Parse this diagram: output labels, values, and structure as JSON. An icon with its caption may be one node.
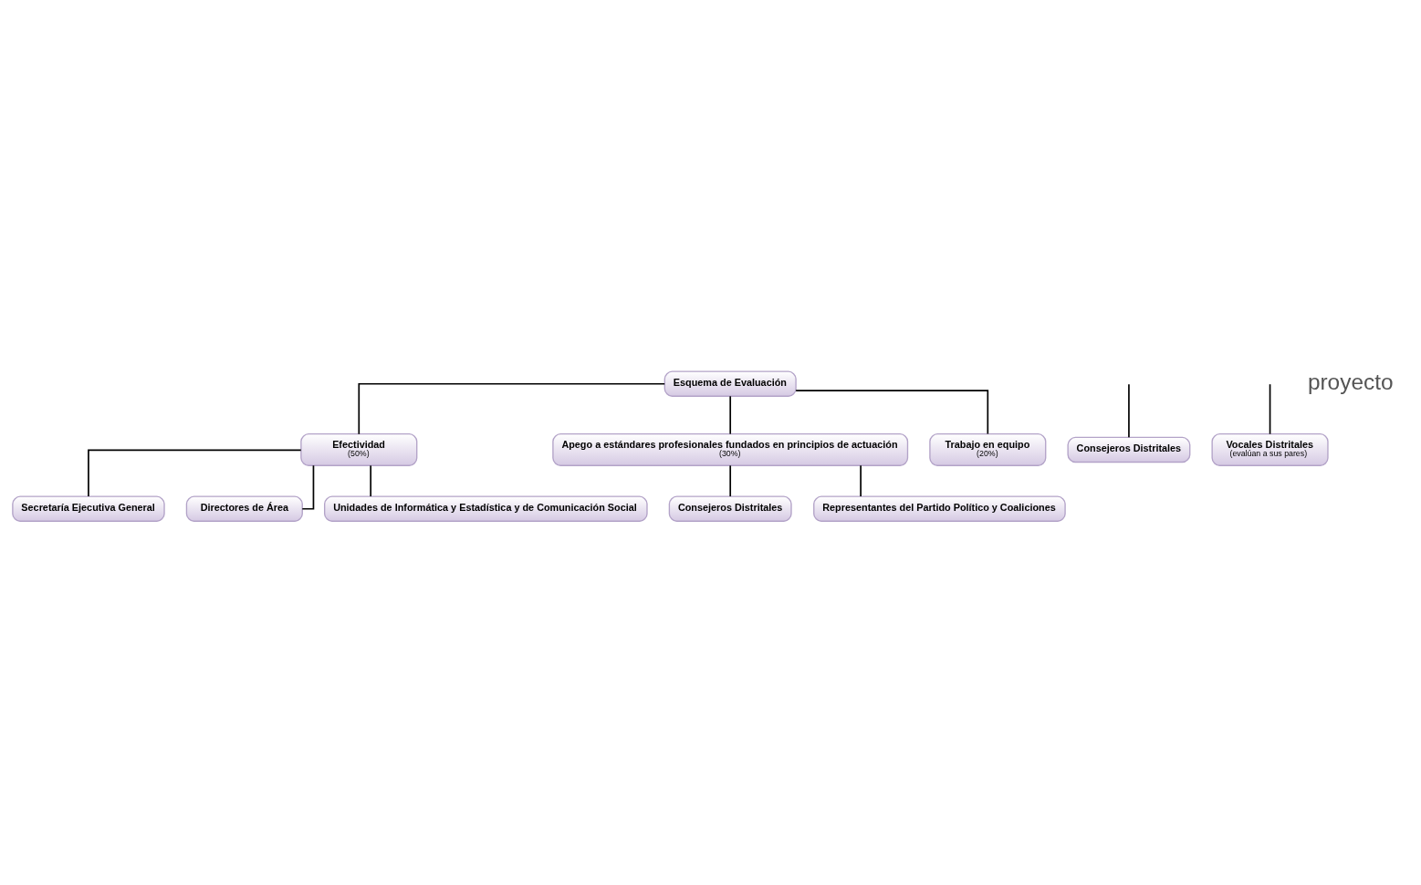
{
  "diagram": {
    "nodes": [
      {
        "text": [
          "Esquema de Evaluación"
        ]
      },
      {
        "text": [
          "Efectividad",
          "(50%)"
        ]
      },
      {
        "text": [
          "Apego a estándares profesionales fundados en principios de actuación",
          "(30%)"
        ]
      },
      {
        "text": [
          "Trabajo en equipo",
          "(20%)"
        ]
      },
      {
        "text": [
          "Secretaría Ejecutiva General"
        ]
      },
      {
        "text": [
          "Directores de Área"
        ]
      },
      {
        "text": [
          "Unidades de Informática y Estadística y de Comunicación Social"
        ]
      },
      {
        "text": [
          "Consejeros Distritales"
        ]
      },
      {
        "text": [
          "Representantes del Partido Político y Coaliciones"
        ]
      },
      {
        "text": [
          "Consejeros Distritales"
        ]
      },
      {
        "text": [
          "Vocales Distritales",
          "(evalúan a sus pares)"
        ]
      }
    ],
    "edges": [
      {
        "from": 0,
        "to": 1,
        "arrow": "none"
      },
      {
        "from": 0,
        "to": 2,
        "arrow": "none"
      },
      {
        "from": 0,
        "to": 3,
        "arrow": "none"
      },
      {
        "from": 1,
        "to": 4,
        "arrow": "none"
      },
      {
        "from": 1,
        "to": 5,
        "arrow": "none"
      },
      {
        "from": 1,
        "to": 6,
        "arrow": "none"
      },
      {
        "from": 2,
        "to": 7,
        "arrow": "none"
      },
      {
        "from": 2,
        "to": 8,
        "arrow": "none"
      },
      {
        "from": null,
        "to": 9,
        "arrow": "none"
      },
      {
        "from": null,
        "to": 10,
        "arrow": "none"
      }
    ],
    "labels": [
      "proyecto"
    ]
  }
}
